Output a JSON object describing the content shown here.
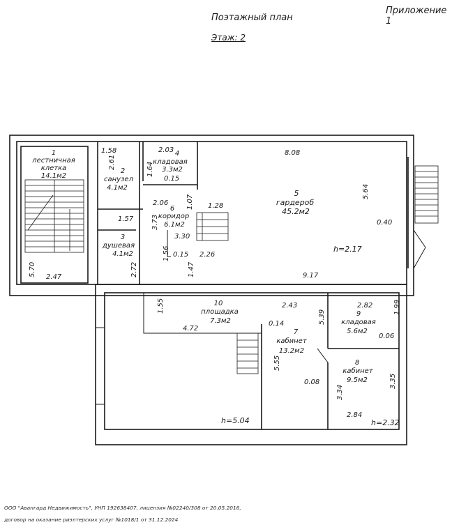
{
  "header": {
    "appendix": "Приложение 1",
    "title": "Поэтажный план",
    "floor": "Этаж: 2"
  },
  "rooms": [
    {
      "id": "r1",
      "num": "1",
      "name": "лестничная клетка",
      "name1": "лестничная",
      "name2": "клетка",
      "area": "14.1м2"
    },
    {
      "id": "r2",
      "num": "2",
      "name": "санузел",
      "area": "4.1м2"
    },
    {
      "id": "r3",
      "num": "3",
      "name": "душевая",
      "area": "4.1м2"
    },
    {
      "id": "r4",
      "num": "4",
      "name": "кладовая",
      "area": "3.3м2"
    },
    {
      "id": "r5",
      "num": "5",
      "name": "гардероб",
      "area": "45.2м2"
    },
    {
      "id": "r6",
      "num": "6",
      "name": "коридор",
      "area": "6.1м2"
    },
    {
      "id": "r7",
      "num": "7",
      "name": "кабинет",
      "area": "13.2м2"
    },
    {
      "id": "r8",
      "num": "8",
      "name": "кабинет",
      "area": "9.5м2"
    },
    {
      "id": "r9",
      "num": "9",
      "name": "кладовая",
      "area": "5.6м2"
    },
    {
      "id": "r10",
      "num": "10",
      "name": "площадка",
      "area": "7.3м2"
    }
  ],
  "dimensions": [
    "1.58",
    "2.61",
    "2.03",
    "1.64",
    "0.15",
    "8.08",
    "5.64",
    "2.06",
    "1.07",
    "1.28",
    "1.57",
    "3.73",
    "3.30",
    "0.40",
    "2.72",
    "1.56",
    "0.15",
    "2.26",
    "1.47",
    "9.17",
    "5.70",
    "2.47",
    "1.55",
    "2.43",
    "2.82",
    "1.99",
    "4.72",
    "0.14",
    "5.39",
    "0.06",
    "5.55",
    "0.08",
    "3.34",
    "3.35",
    "2.84"
  ],
  "heights": {
    "upper": "h=2.17",
    "lower_main": "h=5.04",
    "lower_right": "h=2.32"
  },
  "footer": {
    "line1": "ООО \"Авангард Недвижимость\", УНП 192638407, лицензия №02240/308 от 20.05.2016,",
    "line2": "договор на оказание риэлтерских услуг №1018/1 от 31.12.2024"
  }
}
